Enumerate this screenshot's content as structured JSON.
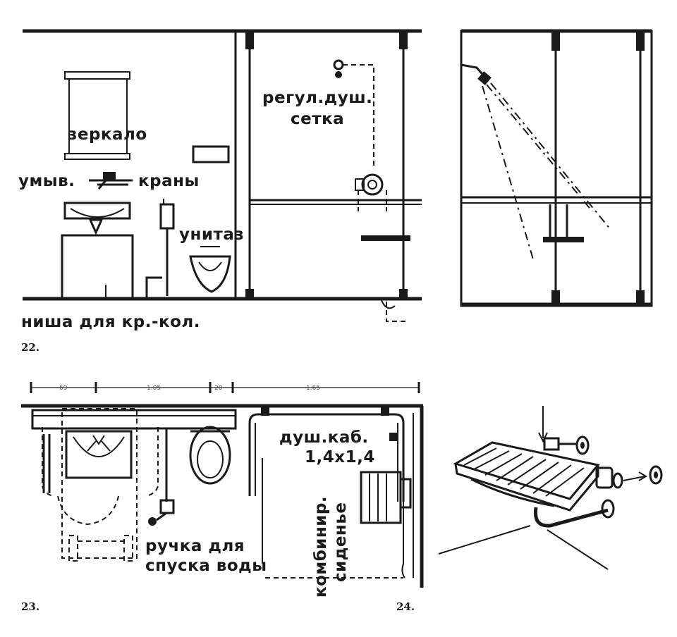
{
  "figures": {
    "fig22": {
      "number": "22.",
      "labels": {
        "mirror": "зеркало",
        "washbasin": "умыв.",
        "faucets": "краны",
        "toilet": "унитаз",
        "niche": "ниша для кр.-кол.",
        "shower_head_line1": "регул.душ.",
        "shower_head_line2": "сетка"
      }
    },
    "fig23": {
      "number": "23.",
      "dimensions": [
        "69",
        "1.05",
        "20",
        "1.65"
      ],
      "labels": {
        "shower_cabin_line1": "душ.каб.",
        "shower_cabin_line2": "1,4x1,4",
        "flush_handle_line1": "ручка для",
        "flush_handle_line2": "спуска воды",
        "combined_seat_line1": "комбинир.",
        "combined_seat_line2": "сиденье"
      }
    },
    "fig24": {
      "number": "24."
    }
  }
}
